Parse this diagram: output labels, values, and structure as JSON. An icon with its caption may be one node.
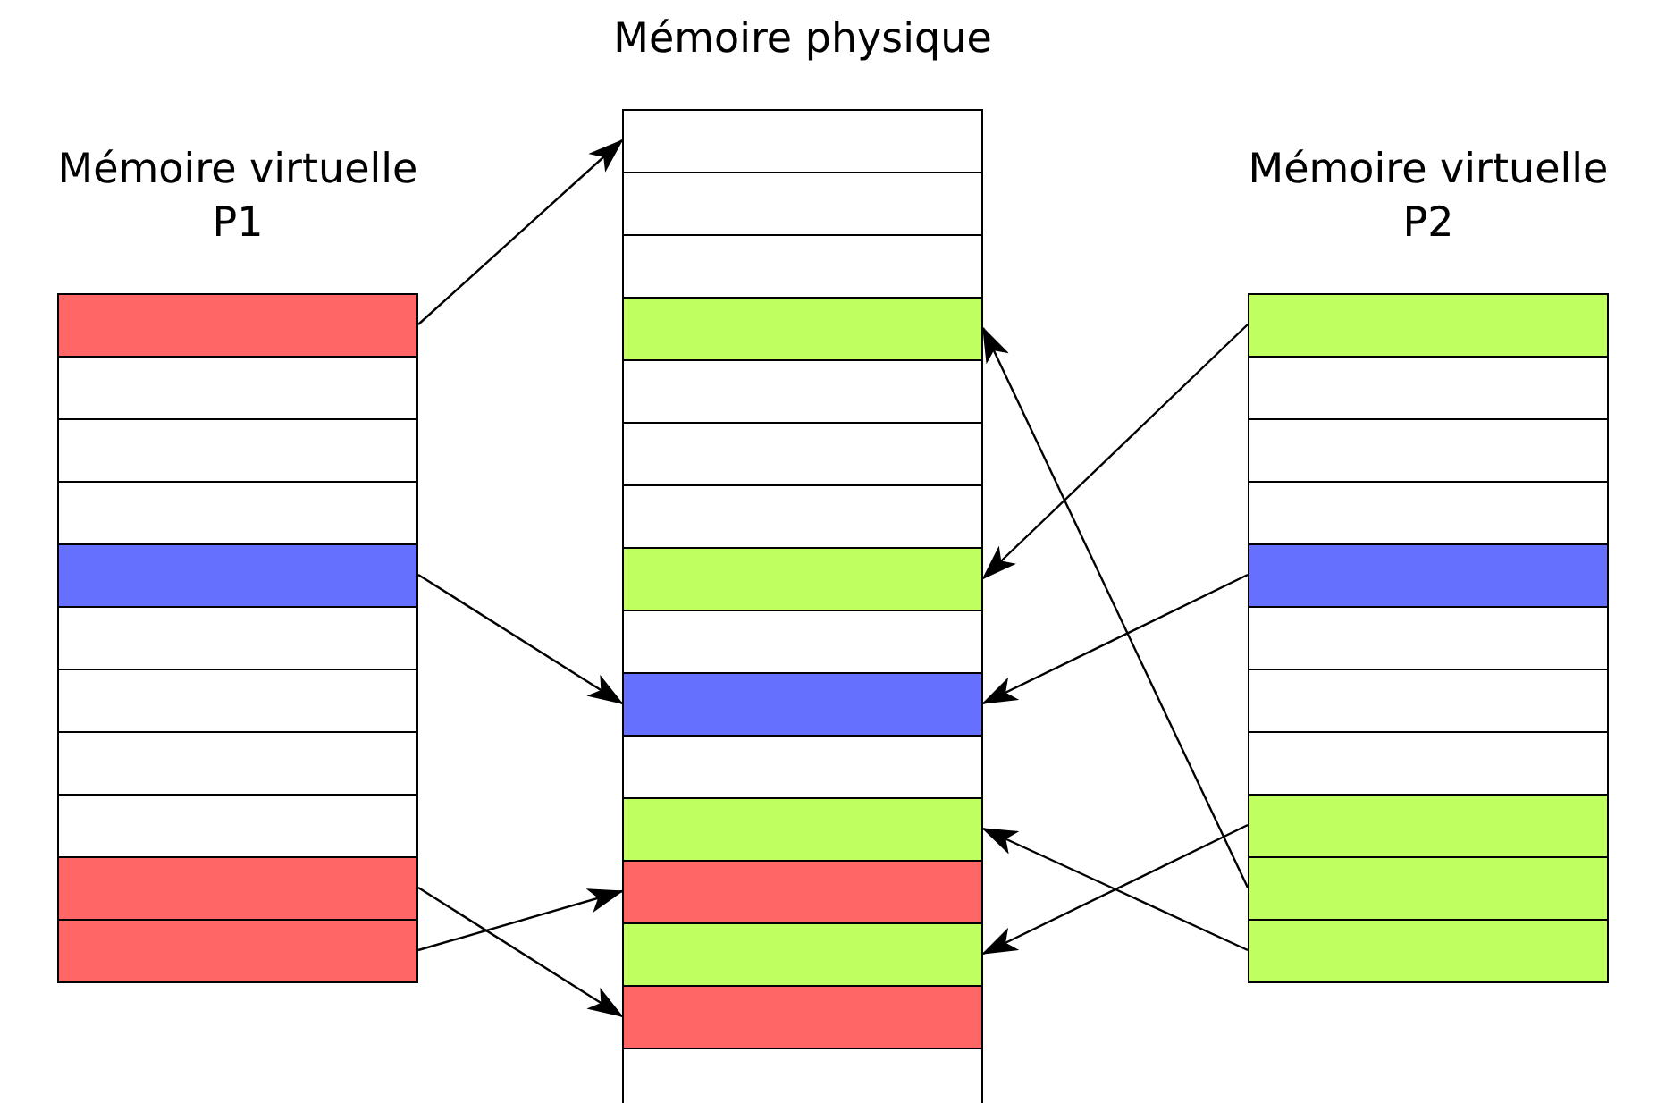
{
  "diagram": {
    "nodes": [
      {
        "text": [
          "Mémoire virtuelle P1"
        ]
      },
      {
        "text": [],
        "shape": "box",
        "in": 0
      },
      {
        "text": [],
        "shape": "box",
        "in": 0
      },
      {
        "text": [],
        "shape": "box",
        "in": 0
      },
      {
        "text": [],
        "shape": "box",
        "in": 0
      },
      {
        "text": [],
        "shape": "box",
        "in": 0
      },
      {
        "text": [],
        "shape": "box",
        "in": 0
      },
      {
        "text": [],
        "shape": "box",
        "in": 0
      },
      {
        "text": [],
        "shape": "box",
        "in": 0
      },
      {
        "text": [],
        "shape": "box",
        "in": 0
      },
      {
        "text": [],
        "shape": "box",
        "in": 0
      },
      {
        "text": [],
        "shape": "box",
        "in": 0
      },
      {
        "text": [
          "Mémoire physique"
        ]
      },
      {
        "text": [],
        "shape": "box",
        "in": 12
      },
      {
        "text": [],
        "shape": "box",
        "in": 12
      },
      {
        "text": [],
        "shape": "box",
        "in": 12
      },
      {
        "text": [],
        "shape": "box",
        "in": 12
      },
      {
        "text": [],
        "shape": "box",
        "in": 12
      },
      {
        "text": [],
        "shape": "box",
        "in": 12
      },
      {
        "text": [],
        "shape": "box",
        "in": 12
      },
      {
        "text": [],
        "shape": "box",
        "in": 12
      },
      {
        "text": [],
        "shape": "box",
        "in": 12
      },
      {
        "text": [],
        "shape": "box",
        "in": 12
      },
      {
        "text": [],
        "shape": "box",
        "in": 12
      },
      {
        "text": [],
        "shape": "box",
        "in": 12
      },
      {
        "text": [],
        "shape": "box",
        "in": 12
      },
      {
        "text": [],
        "shape": "box",
        "in": 12
      },
      {
        "text": [],
        "shape": "box",
        "in": 12
      },
      {
        "text": [],
        "shape": "box",
        "in": 12
      },
      {
        "text": [
          "Mémoire virtuelle P2"
        ]
      },
      {
        "text": [],
        "shape": "box",
        "in": 29
      },
      {
        "text": [],
        "shape": "box",
        "in": 29
      },
      {
        "text": [],
        "shape": "box",
        "in": 29
      },
      {
        "text": [],
        "shape": "box",
        "in": 29
      },
      {
        "text": [],
        "shape": "box",
        "in": 29
      },
      {
        "text": [],
        "shape": "box",
        "in": 29
      },
      {
        "text": [],
        "shape": "box",
        "in": 29
      },
      {
        "text": [],
        "shape": "box",
        "in": 29
      },
      {
        "text": [],
        "shape": "box",
        "in": 29
      },
      {
        "text": [],
        "shape": "box",
        "in": 29
      },
      {
        "text": [],
        "shape": "box",
        "in": 29
      }
    ],
    "edges": [
      {
        "from": 1,
        "to": 13,
        "arrow": "to"
      },
      {
        "from": 5,
        "to": 22,
        "arrow": "to"
      },
      {
        "from": 10,
        "to": 27,
        "arrow": "to"
      },
      {
        "from": 11,
        "to": 25,
        "arrow": "to"
      },
      {
        "from": 30,
        "to": 20,
        "arrow": "to"
      },
      {
        "from": 34,
        "to": 22,
        "arrow": "to"
      },
      {
        "from": 38,
        "to": 26,
        "arrow": "to"
      },
      {
        "from": 39,
        "to": 16,
        "arrow": "to"
      },
      {
        "from": 40,
        "to": 24,
        "arrow": "to"
      }
    ]
  }
}
